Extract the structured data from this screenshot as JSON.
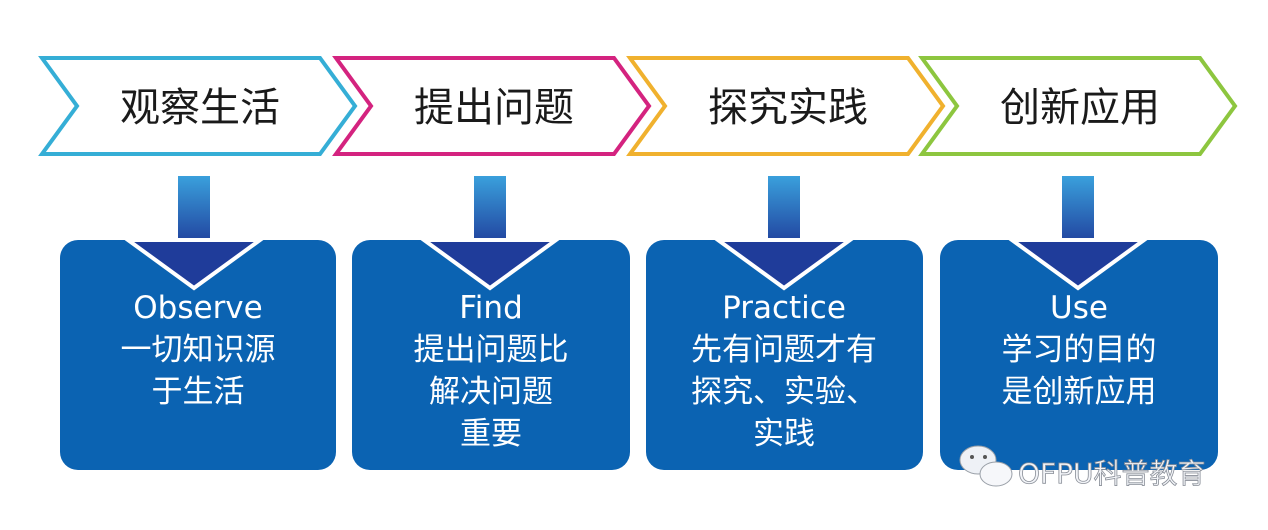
{
  "colors": {
    "step1": "#35aed6",
    "step2": "#d4237f",
    "step3": "#f0b12e",
    "step4": "#8dc63f",
    "box": "#0b63b2"
  },
  "steps": [
    {
      "title": "观察生活",
      "lines": [
        "Observe",
        "一切知识源",
        "于生活"
      ]
    },
    {
      "title": "提出问题",
      "lines": [
        "Find",
        "提出问题比",
        "解决问题",
        "重要"
      ]
    },
    {
      "title": "探究实践",
      "lines": [
        "Practice",
        "先有问题才有",
        "探究、实验、",
        "实践"
      ]
    },
    {
      "title": "创新应用",
      "lines": [
        "Use",
        "学习的目的",
        "是创新应用"
      ]
    }
  ],
  "watermark": {
    "text": "OFPU科普教育",
    "icon": "wechat-icon"
  }
}
